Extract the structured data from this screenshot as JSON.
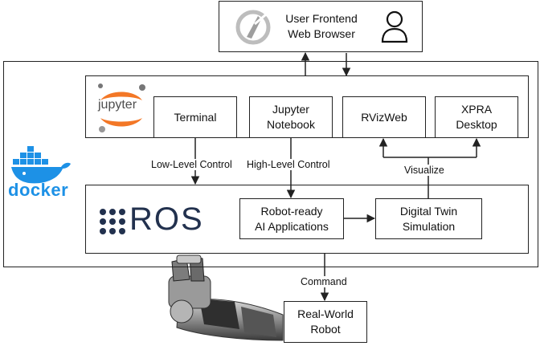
{
  "frontend": {
    "line1": "User Frontend",
    "line2": "Web Browser"
  },
  "jupyter": {
    "logo_text": "jupyter"
  },
  "docker": {
    "logo_text": "docker"
  },
  "ros": {
    "logo_text": "ROS"
  },
  "components": {
    "terminal": {
      "line1": "Terminal"
    },
    "notebook": {
      "line1": "Jupyter",
      "line2": "Notebook"
    },
    "rviz": {
      "line1": "RVizWeb"
    },
    "xpra": {
      "line1": "XPRA",
      "line2": "Desktop"
    },
    "ai_apps": {
      "line1": "Robot-ready",
      "line2": "AI Applications"
    },
    "digital_twin": {
      "line1": "Digital Twin",
      "line2": "Simulation"
    },
    "robot": {
      "line1": "Real-World",
      "line2": "Robot"
    }
  },
  "edges": {
    "low_level": "Low-Level Control",
    "high_level": "High-Level Control",
    "visualize": "Visualize",
    "command": "Command"
  },
  "icons": {
    "browser": "cursor-logo-icon",
    "user": "user-icon",
    "docker": "docker-whale-icon",
    "jupyter": "jupyter-logo-icon",
    "ros": "ros-dots-icon",
    "robot_arm": "robot-arm-icon"
  },
  "colors": {
    "docker_blue": "#1d91e6",
    "jupyter_orange": "#f37726",
    "ros_navy": "#22314e",
    "line": "#222222"
  }
}
